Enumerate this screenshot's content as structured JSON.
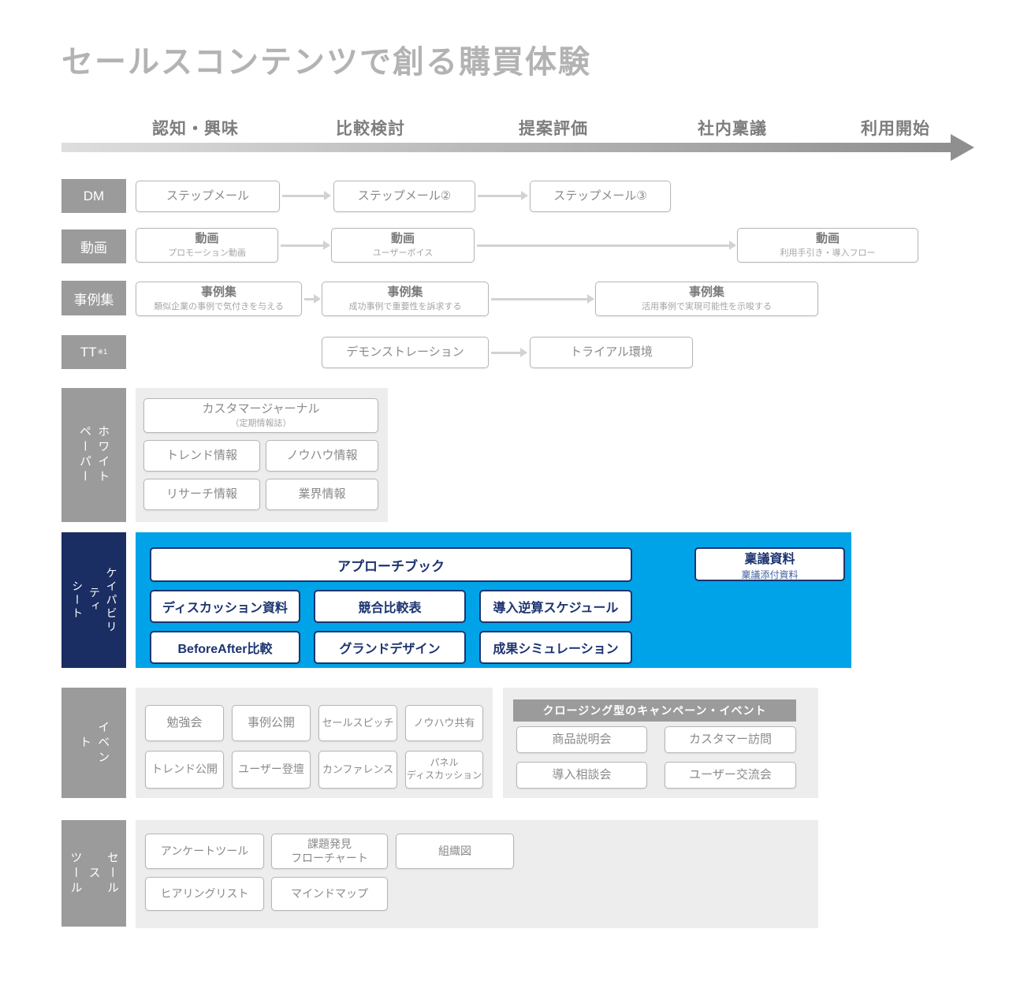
{
  "title": "セールスコンテンツで創る購買体験",
  "colors": {
    "accent_blue": "#00A3E8",
    "navy": "#1A2E63",
    "label_gray": "#9B9B9B",
    "panel_gray": "#EDEDED",
    "text_gray": "#8A8A8A"
  },
  "timeline": {
    "stages": [
      "認知・興味",
      "比較検討",
      "提案評価",
      "社内稟議",
      "利用開始"
    ]
  },
  "rows": {
    "dm": {
      "label": "DM",
      "boxes": [
        "ステップメール",
        "ステップメール②",
        "ステップメール③"
      ]
    },
    "video": {
      "label": "動画",
      "boxes": [
        {
          "title": "動画",
          "subtitle": "プロモーション動画"
        },
        {
          "title": "動画",
          "subtitle": "ユーザーボイス"
        },
        {
          "title": "動画",
          "subtitle": "利用手引き・導入フロー"
        }
      ]
    },
    "case_studies": {
      "label": "事例集",
      "boxes": [
        {
          "title": "事例集",
          "subtitle": "類似企業の事例で気付きを与える"
        },
        {
          "title": "事例集",
          "subtitle": "成功事例で重要性を訴求する"
        },
        {
          "title": "事例集",
          "subtitle": "活用事例で実現可能性を示唆する"
        }
      ]
    },
    "tt": {
      "label": "TT",
      "note": "※1",
      "boxes": [
        "デモンストレーション",
        "トライアル環境"
      ]
    }
  },
  "whitepaper": {
    "label_lines": [
      "ホワイト",
      "ペーパー"
    ],
    "journal": {
      "title": "カスタマージャーナル",
      "subtitle": "（定期情報誌）"
    },
    "items": [
      "トレンド情報",
      "ノウハウ情報",
      "リサーチ情報",
      "業界情報"
    ]
  },
  "capability": {
    "label_lines": [
      "ケイパビリティ",
      "シート"
    ],
    "approach_book": "アプローチブック",
    "ringi": {
      "title": "稟議資料",
      "subtitle": "稟議添付資料"
    },
    "items": [
      "ディスカッション資料",
      "競合比較表",
      "導入逆算スケジュール",
      "BeforeAfter比較",
      "グランドデザイン",
      "成果シミュレーション"
    ]
  },
  "events": {
    "label_lines": [
      "イベント"
    ],
    "items": [
      "勉強会",
      "事例公開",
      "セールスピッチ",
      "ノウハウ共有",
      "トレンド公開",
      "ユーザー登壇",
      "カンファレンス",
      "パネル\nディスカッション"
    ],
    "closing": {
      "header": "クロージング型のキャンペーン・イベント",
      "items": [
        "商品説明会",
        "カスタマー訪問",
        "導入相談会",
        "ユーザー交流会"
      ]
    }
  },
  "sales_tools": {
    "label_lines": [
      "セールス",
      "ツール"
    ],
    "items": [
      "アンケートツール",
      "課題発見\nフローチャート",
      "組織図",
      "ヒアリングリスト",
      "マインドマップ"
    ]
  }
}
